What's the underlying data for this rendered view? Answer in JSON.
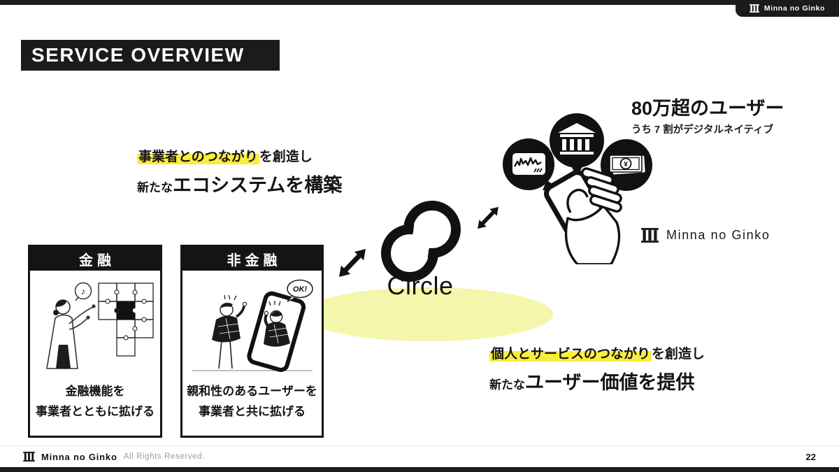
{
  "colors": {
    "ink": "#141414",
    "highlight": "#f8ee3d",
    "ellipse": "#f4f6ab"
  },
  "top_bar": {
    "brand": "Minna no Ginko"
  },
  "title": "SERVICE OVERVIEW",
  "business_message": {
    "highlight": "事業者とのつながり",
    "rest": "を創造し",
    "prefix": "新たな",
    "main": "エコシステムを構築"
  },
  "users": {
    "headline": "80万超のユーザー",
    "subline": "うち 7 割がデジタルネイティブ"
  },
  "service": {
    "name": "Circle"
  },
  "right_brand": {
    "label": "Minna no Ginko"
  },
  "personal_message": {
    "highlight": "個人とサービスのつながり",
    "rest": "を創造し",
    "prefix": "新たな",
    "main": "ユーザー価値を提供"
  },
  "panels": [
    {
      "header": "金融",
      "caption_line1": "金融機能を",
      "caption_line2": "事業者とともに拡げる",
      "bubble_glyph": "♪"
    },
    {
      "header": "非金融",
      "caption_line1": "親和性のあるユーザーを",
      "caption_line2": "事業者と共に拡げる",
      "bubble_text": "OK!"
    }
  ],
  "icons": {
    "yen": "¥"
  },
  "footer": {
    "brand": "Minna no Ginko",
    "rights": "All Rights Reserved.",
    "page": "22"
  }
}
